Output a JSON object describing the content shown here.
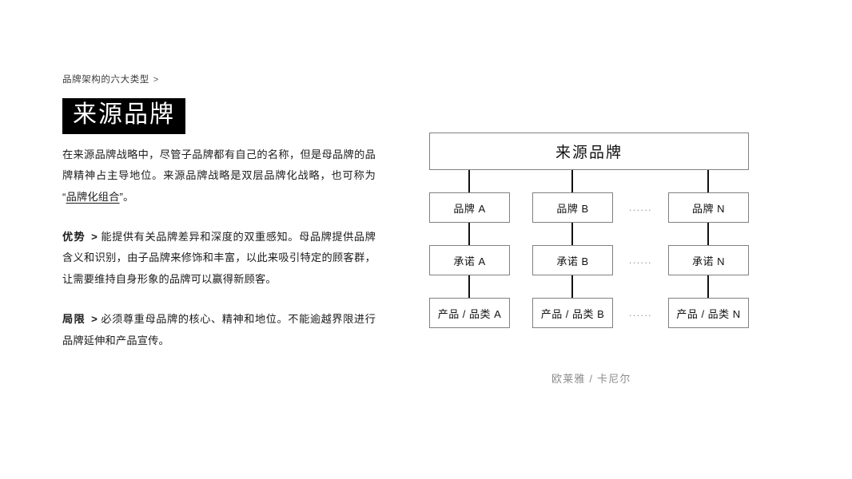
{
  "document": {
    "breadcrumb": "品牌架构的六大类型",
    "breadcrumb_separator": ">",
    "title": "来源品牌",
    "intro": "在来源品牌战略中，尽管子品牌都有自己的名称，但是母品牌的品牌精神占主导地位。来源品牌战略是双层品牌化战略，也可称为“",
    "intro_underlined": "品牌化组合",
    "intro_tail": "”。",
    "advantage": {
      "label": "优势",
      "caret": ">",
      "text": "能提供有关品牌差异和深度的双重感知。母品牌提供品牌含义和识别，由子品牌来修饰和丰富，以此来吸引特定的顾客群，让需要维持自身形象的品牌可以赢得新顾客。"
    },
    "limitation": {
      "label": "局限",
      "caret": ">",
      "text": "必须尊重母品牌的核心、精神和地位。不能逾越界限进行品牌延伸和产品宣传。"
    }
  },
  "diagram": {
    "root": "来源品牌",
    "ellipsis": "......",
    "rows": [
      {
        "name": "brand-row",
        "nodes": [
          "品牌 A",
          "品牌 B",
          "品牌 N"
        ]
      },
      {
        "name": "promise-row",
        "nodes": [
          "承诺 A",
          "承诺 B",
          "承诺 N"
        ]
      },
      {
        "name": "product-row",
        "nodes": [
          "产品 / 品类 A",
          "产品 / 品类 B",
          "产品 / 品类 N"
        ]
      }
    ],
    "caption": "欧莱雅 / 卡尼尔"
  },
  "colors": {
    "page_background": "#ffffff",
    "text": "#1a1a1a",
    "badge_background": "#000000",
    "badge_text": "#ffffff",
    "node_border": "#808080",
    "connector": "#111111",
    "caption_text": "#8c8c8c",
    "ellipsis_text": "#8a8a8a"
  }
}
